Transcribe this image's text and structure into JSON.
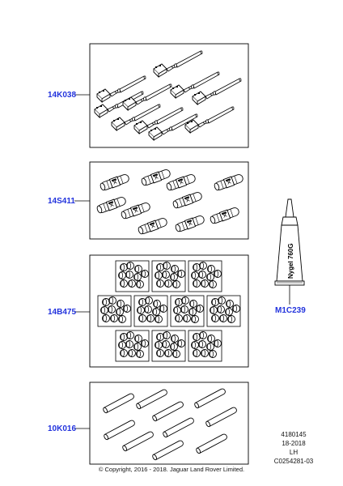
{
  "parts": [
    {
      "id": "14K038",
      "label": "14K038"
    },
    {
      "id": "14S411",
      "label": "14S411"
    },
    {
      "id": "14B475",
      "label": "14B475"
    },
    {
      "id": "10K016",
      "label": "10K016"
    },
    {
      "id": "M1C239",
      "label": "M1C239"
    }
  ],
  "tube_label": "Nygel 760G",
  "ref": {
    "line1": "4180145",
    "line2": "18-2018",
    "line3": "LH",
    "line4": "C0254281-03"
  },
  "copyright": "© Copyright, 2016 - 2018. Jaguar Land Rover Limited."
}
